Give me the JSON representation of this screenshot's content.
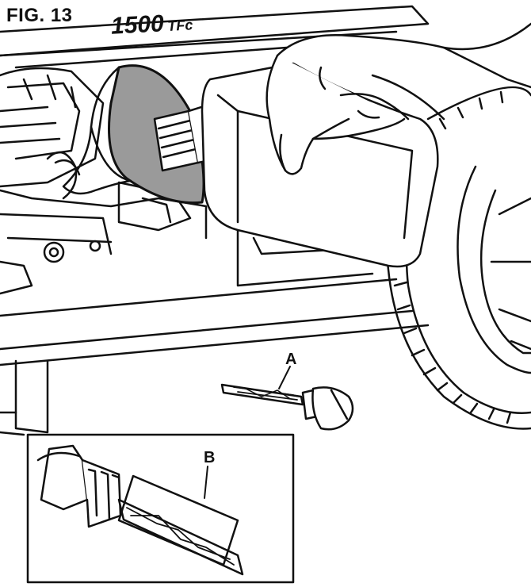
{
  "figure": {
    "title": "FIG. 13"
  },
  "brand": {
    "model_text": "1500",
    "model_suffix": "TFc"
  },
  "callouts": {
    "a": "A",
    "b": "B"
  },
  "colors": {
    "line": "#111111",
    "funnel_fill": "#9a9a9a",
    "paper": "#ffffff"
  }
}
